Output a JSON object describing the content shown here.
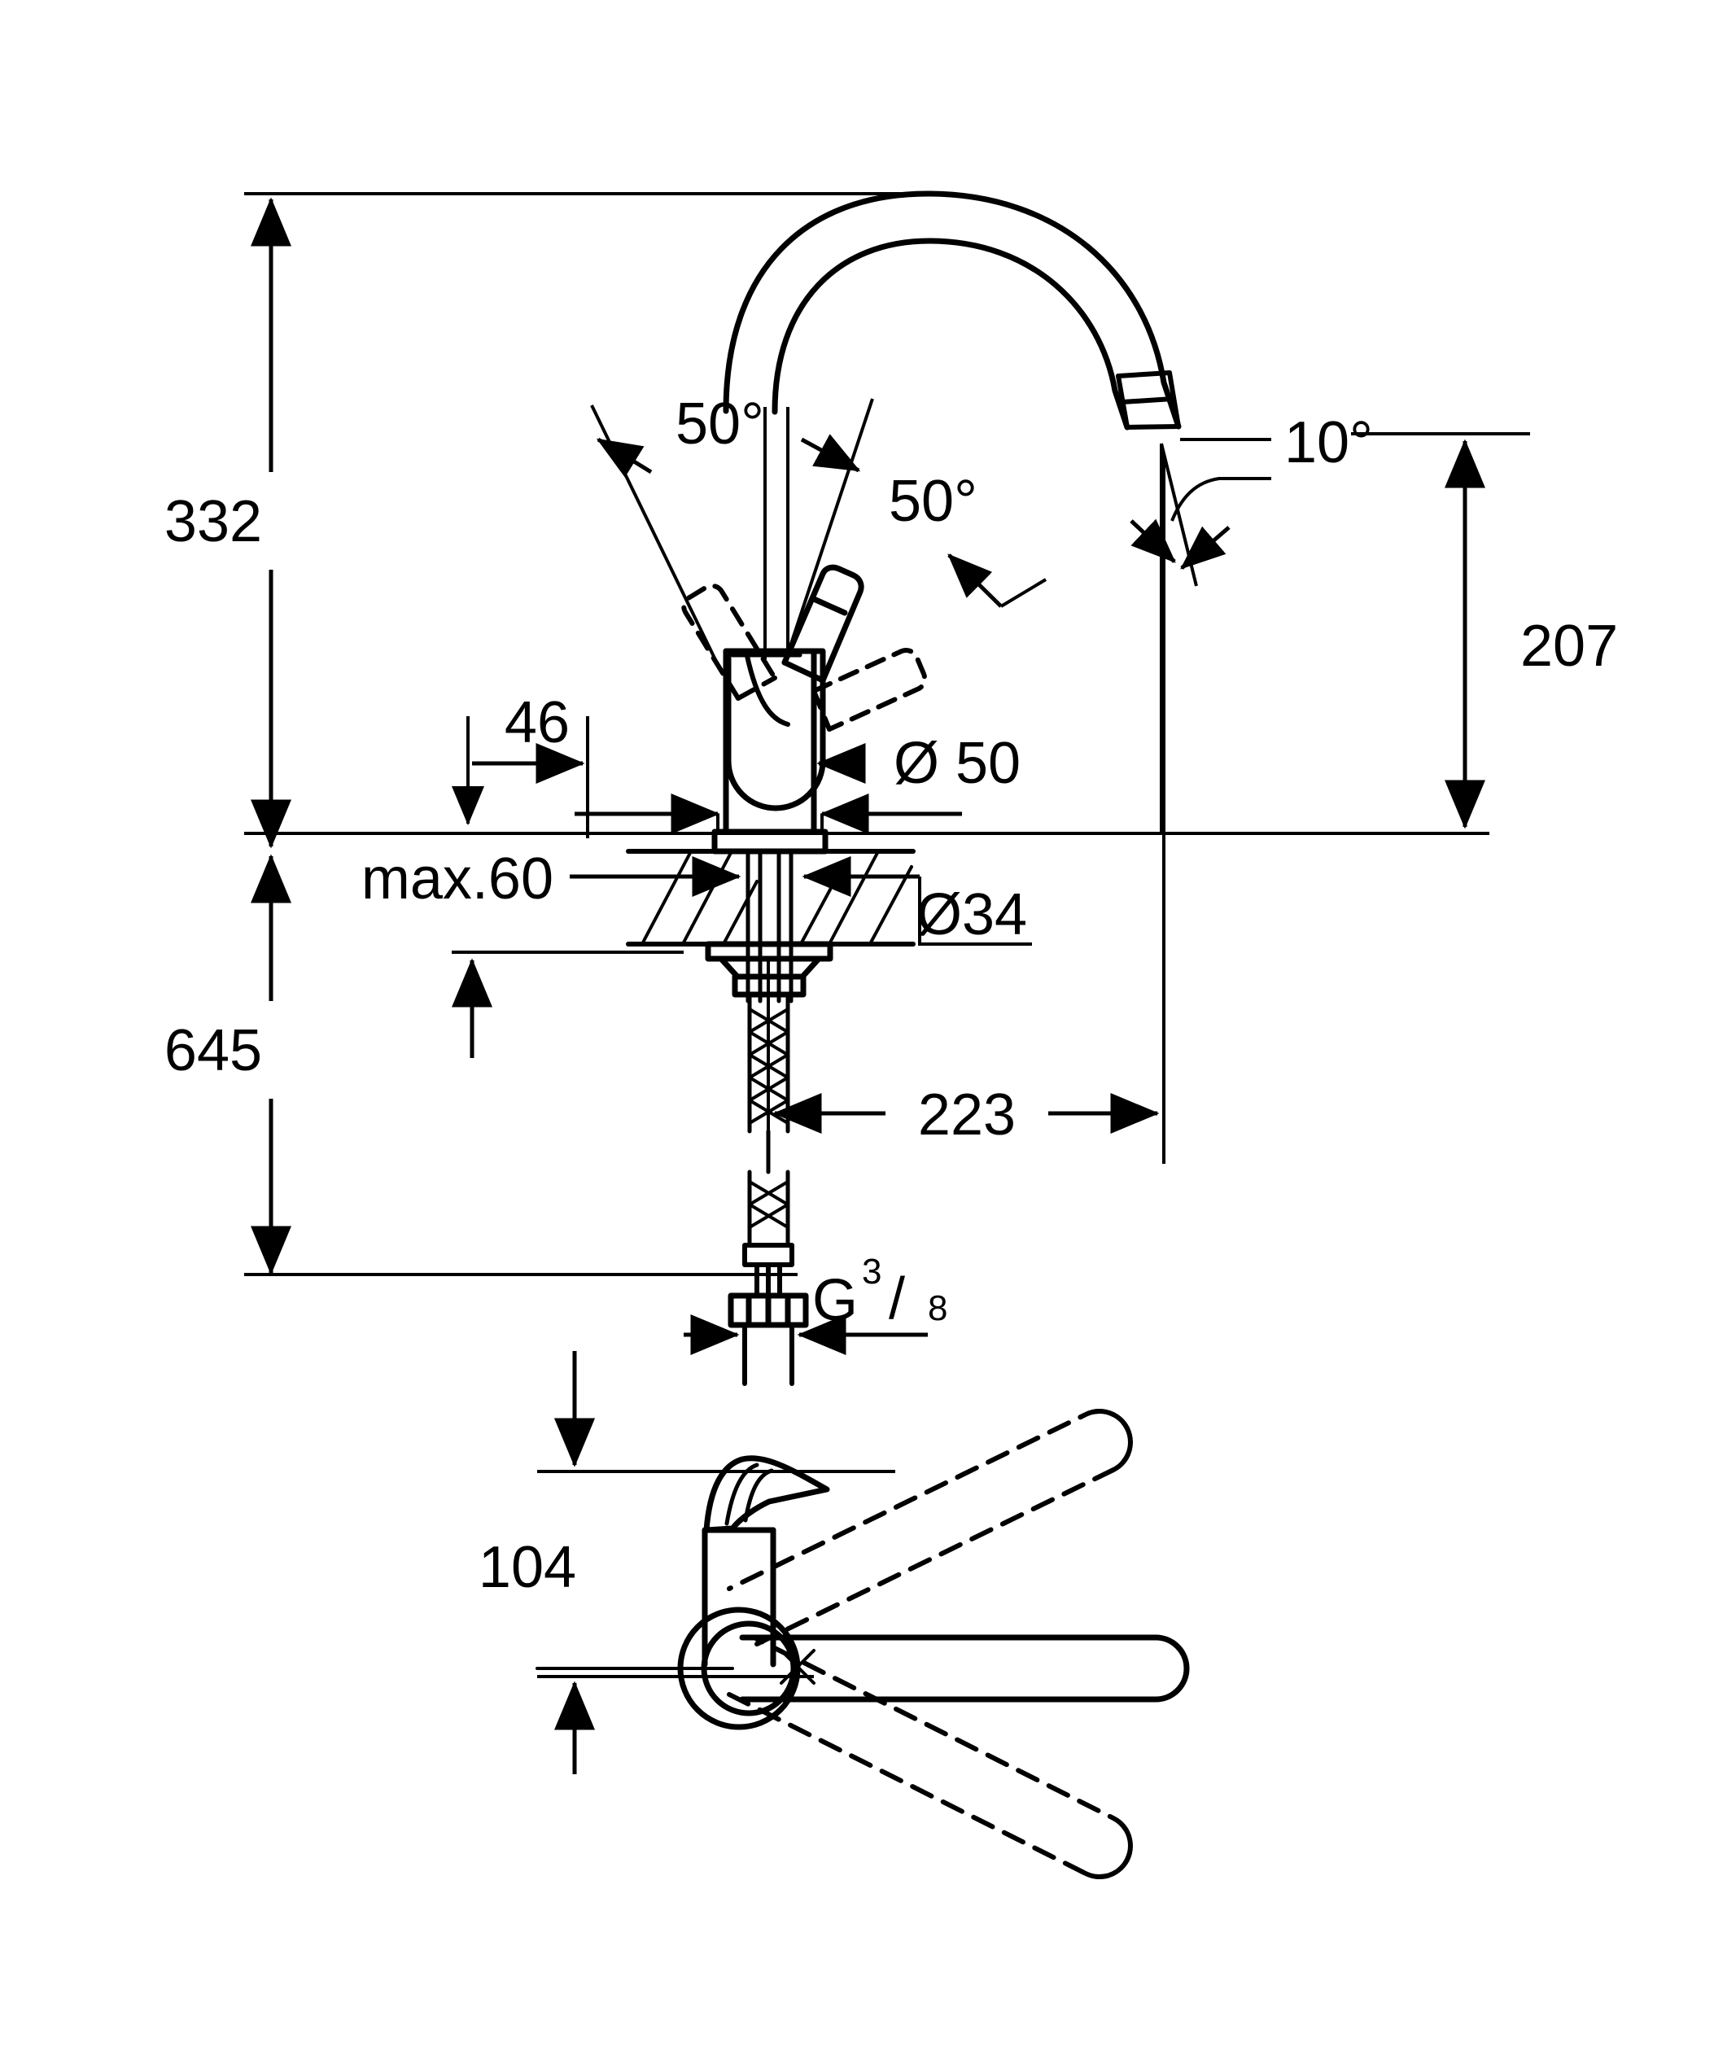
{
  "drawing": {
    "title": "Single-lever kitchen sink mixer dimensional drawing",
    "units": "mm",
    "line_color": "#000000",
    "background_color": "#ffffff",
    "views": [
      {
        "name": "front-elevation",
        "label": ""
      },
      {
        "name": "top-plan-view",
        "label": ""
      }
    ]
  },
  "dimensions": {
    "total_height": "332",
    "spout_height": "207",
    "supply_length": "645",
    "spout_reach": "223",
    "handle_offset": "46",
    "base_diameter": "Ø 50",
    "shank_diameter": "Ø34",
    "counter_thickness": "max.60",
    "plan_offset": "104"
  },
  "angles": {
    "lever_left": "50°",
    "lever_right": "50°",
    "spout_tilt": "10°"
  },
  "thread": {
    "prefix": "G",
    "numerator": "3",
    "slash": "/",
    "denominator": "8"
  },
  "symbols": {
    "diameter": "Ø",
    "degree": "°"
  }
}
